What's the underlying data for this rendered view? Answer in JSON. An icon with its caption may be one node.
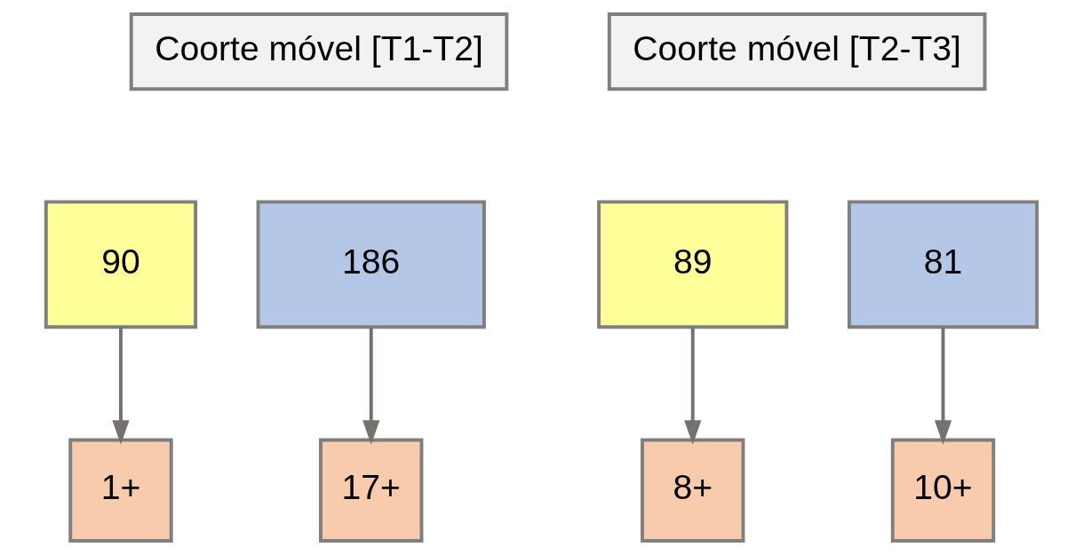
{
  "diagram": {
    "nodes": [
      {
        "text": [
          "Coorte móvel [T1-T2]"
        ]
      },
      {
        "text": [
          "90"
        ]
      },
      {
        "text": [
          "186"
        ]
      },
      {
        "text": [
          "Coorte móvel [T2-T3]"
        ]
      },
      {
        "text": [
          "89"
        ]
      },
      {
        "text": [
          "81"
        ]
      },
      {
        "text": [
          "1+"
        ]
      },
      {
        "text": [
          "17+"
        ]
      },
      {
        "text": [
          "8+"
        ]
      },
      {
        "text": [
          "10+"
        ]
      }
    ],
    "edges": [
      {
        "from": 1,
        "to": 6,
        "arrow": "to"
      },
      {
        "from": 2,
        "to": 7,
        "arrow": "to"
      },
      {
        "from": 4,
        "to": 8,
        "arrow": "to"
      },
      {
        "from": 5,
        "to": 9,
        "arrow": "to"
      }
    ]
  }
}
